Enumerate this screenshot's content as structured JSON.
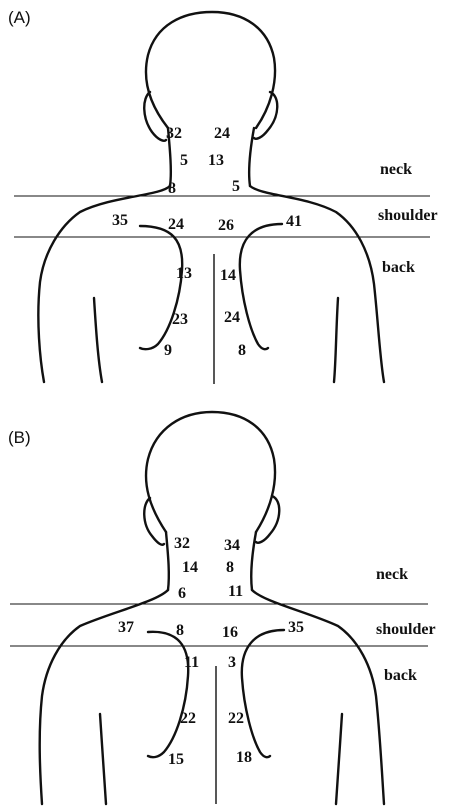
{
  "panels": [
    {
      "label": "(A)",
      "regions": {
        "neck": "neck",
        "shoulder": "shoulder",
        "back": "back"
      },
      "values": {
        "neck_left_upper": "32",
        "neck_right_upper": "24",
        "neck_left_mid": "5",
        "neck_right_mid": "13",
        "neck_left_lower": "8",
        "neck_right_lower": "5",
        "shoulder_left_outer": "35",
        "shoulder_left_inner": "24",
        "shoulder_right_inner": "26",
        "shoulder_right_outer": "41",
        "back_left_upper": "13",
        "back_right_upper": "14",
        "back_left_mid": "23",
        "back_right_mid": "24",
        "back_left_lower": "9",
        "back_right_lower": "8"
      }
    },
    {
      "label": "(B)",
      "regions": {
        "neck": "neck",
        "shoulder": "shoulder",
        "back": "back"
      },
      "values": {
        "neck_left_upper": "32",
        "neck_right_upper": "34",
        "neck_left_mid": "14",
        "neck_right_mid": "8",
        "neck_left_lower": "6",
        "neck_right_lower": "11",
        "shoulder_left_outer": "37",
        "shoulder_left_inner": "8",
        "shoulder_right_inner": "16",
        "shoulder_right_outer": "35",
        "back_left_upper": "11",
        "back_right_upper": "3",
        "back_left_mid": "22",
        "back_right_mid": "22",
        "back_left_lower": "15",
        "back_right_lower": "18"
      }
    }
  ]
}
